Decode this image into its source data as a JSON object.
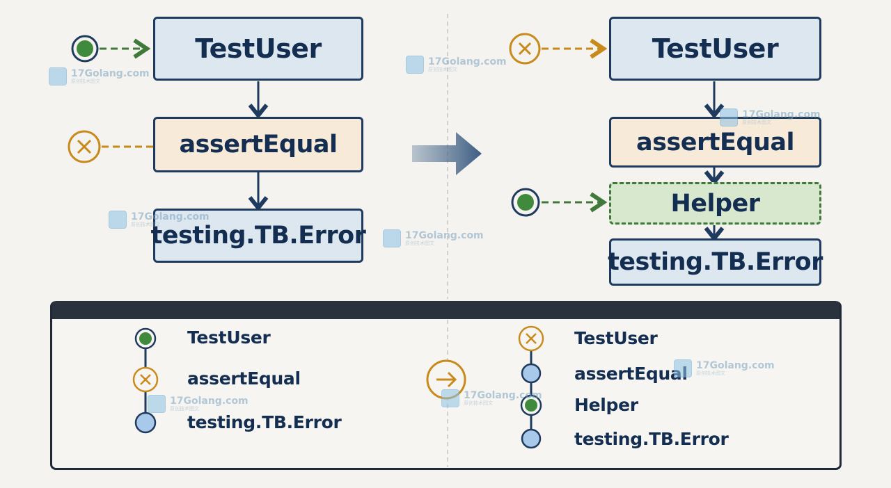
{
  "left_flow": {
    "nodes": [
      "TestUser",
      "assertEqual",
      "testing.TB.Error"
    ]
  },
  "right_flow": {
    "nodes": [
      "TestUser",
      "assertEqual",
      "Helper",
      "testing.TB.Error"
    ]
  },
  "legend": {
    "left": [
      "TestUser",
      "assertEqual",
      "testing.TB.Error"
    ],
    "right": [
      "TestUser",
      "assertEqual",
      "Helper",
      "testing.TB.Error"
    ]
  },
  "watermark": {
    "text": "17Golang.com",
    "sub": "原创技术图文"
  },
  "colors": {
    "navy": "#1f3a5f",
    "green": "#3f7a3b",
    "orange": "#c98a1c",
    "light_blue": "#a9c9ea"
  },
  "icons": {
    "ok": "green-dot-icon",
    "fail": "orange-x-icon",
    "neutral": "blue-dot-icon",
    "transition": "arrow-right-icon"
  }
}
